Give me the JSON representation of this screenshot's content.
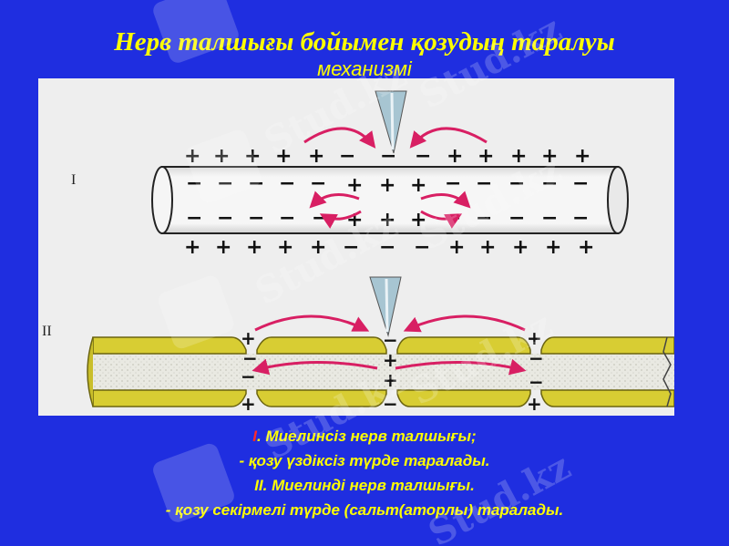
{
  "title": {
    "line1": "Нерв талшығы бойымен қозудың таралуы",
    "line2": "механизмі"
  },
  "diagram": {
    "label_I": "I",
    "label_II": "II"
  },
  "caption": {
    "line1_numeral": "I",
    "line1_text": ". Миелинсіз нерв талшығы;",
    "line2": "- қозу үздіксіз түрде таралады.",
    "line3": "II. Миелинді нерв талшығы.",
    "line4": "- қозу секірмелі түрде (сальт(аторлы) таралады."
  },
  "watermark": {
    "text": "Stud.kz"
  },
  "colors": {
    "background": "#1f2ee0",
    "title": "#ffff00",
    "arrow": "#d81f63",
    "myelin": "#d8cd33",
    "numeral": "#ff2a2a"
  }
}
